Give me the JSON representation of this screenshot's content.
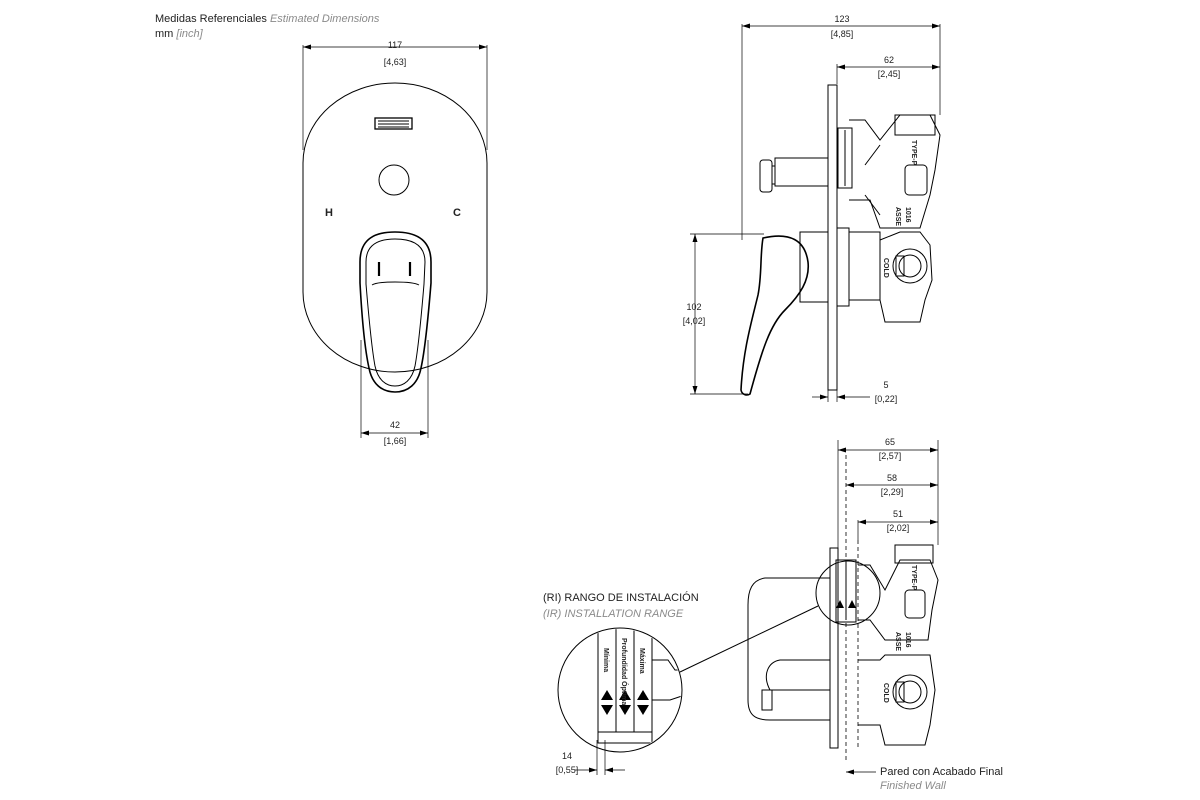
{
  "header": {
    "title_es": "Medidas Referenciales",
    "title_en": "Estimated Dimensions",
    "units_es": "mm",
    "units_en": "[inch]"
  },
  "front_view": {
    "overall_width": {
      "mm": "117",
      "inch": "[4,63]"
    },
    "lever_width": {
      "mm": "42",
      "inch": "[1,66]"
    },
    "hot_label": "H",
    "cold_label": "C"
  },
  "side_view": {
    "overall_depth": {
      "mm": "123",
      "inch": "[4,85]"
    },
    "valve_depth": {
      "mm": "62",
      "inch": "[2,45]"
    },
    "lever_height": {
      "mm": "102",
      "inch": "[4,02]"
    },
    "plate_thickness": {
      "mm": "5",
      "inch": "[0,22]"
    },
    "body_labels": {
      "type_p": "TYPE-P",
      "asse": "ASSE",
      "asse_no": "1016",
      "cold": "COLD"
    }
  },
  "installation_view": {
    "depth_max": {
      "mm": "65",
      "inch": "[2,57]"
    },
    "depth_mid": {
      "mm": "58",
      "inch": "[2,29]"
    },
    "depth_min": {
      "mm": "51",
      "inch": "[2,02]"
    },
    "range_title_es": "(RI) RANGO DE INSTALACIÓN",
    "range_title_en": "(IR) INSTALLATION RANGE",
    "detail_dim": {
      "mm": "14",
      "inch": "[0,55]"
    },
    "detail_labels": {
      "minimum": "Mínima",
      "profundidad": "Profundidad Óptima",
      "maximum": "Máxima"
    },
    "wall_label_es": "Pared con Acabado Final",
    "wall_label_en": "Finished Wall",
    "body_labels": {
      "type_p": "TYPE-P",
      "asse": "ASSE",
      "asse_no": "1016",
      "cold": "COLD"
    }
  }
}
